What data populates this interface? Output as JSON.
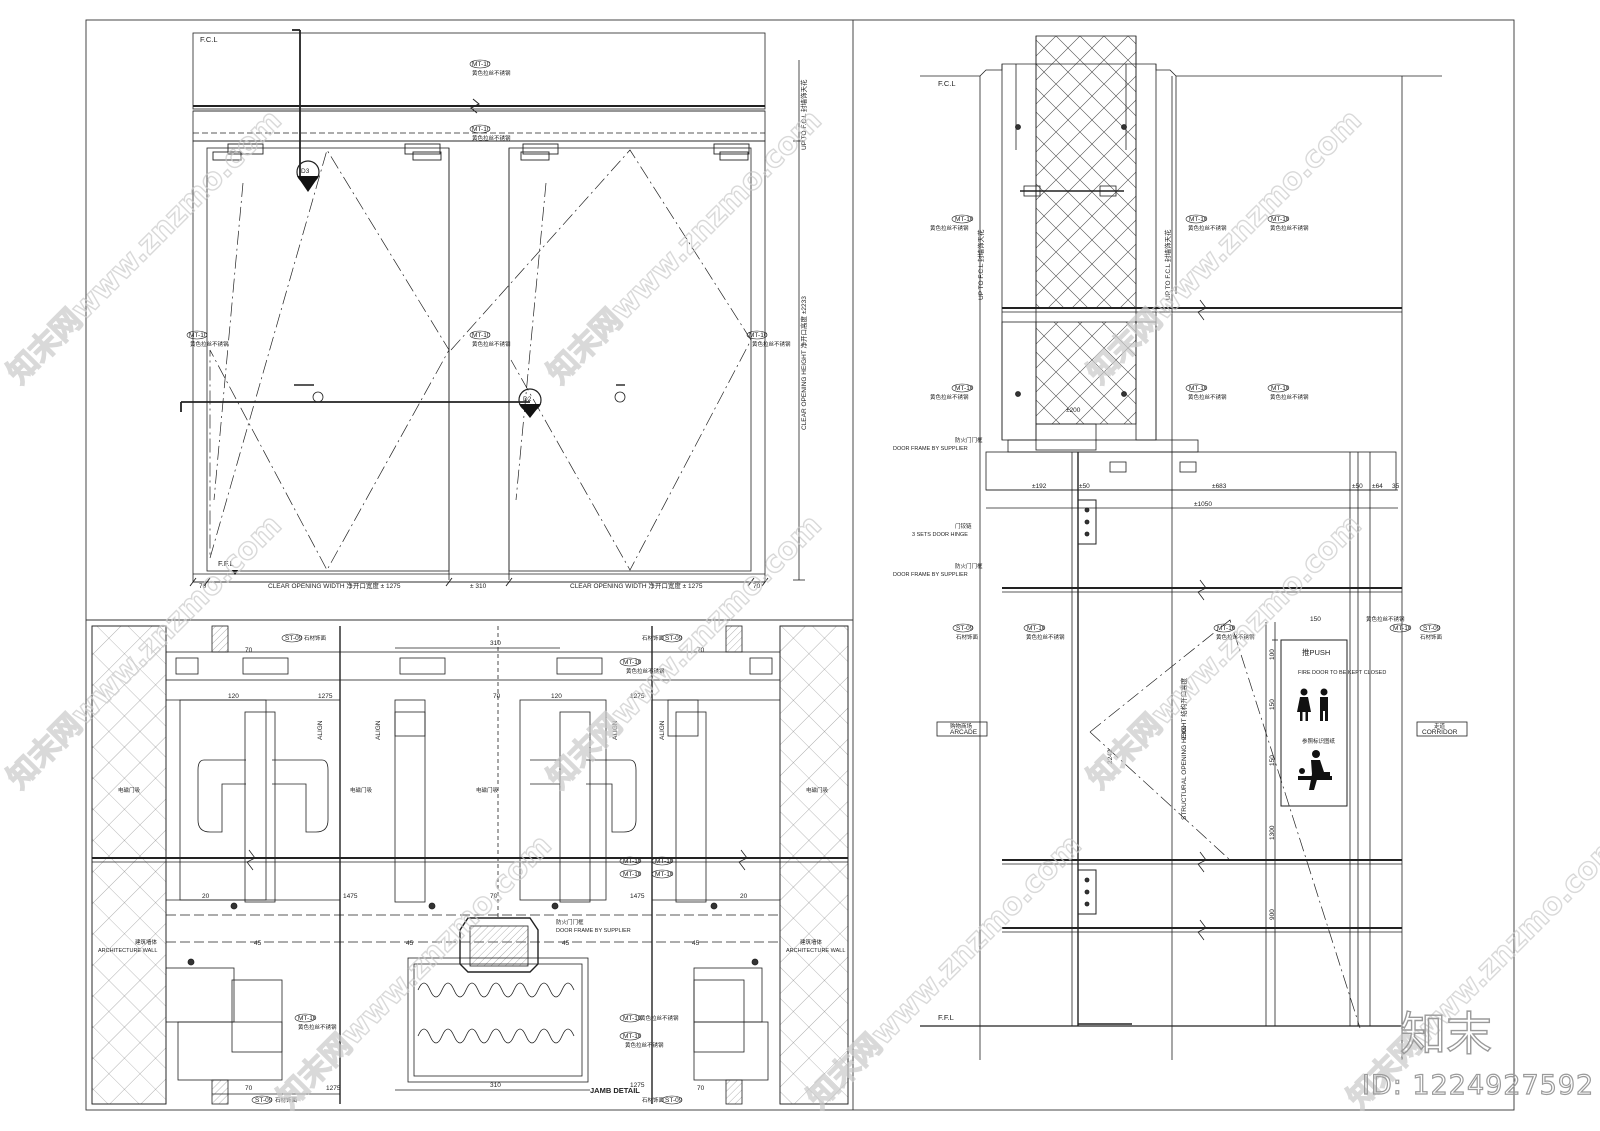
{
  "texts": {
    "fcl": "F.C.L",
    "ffl": "F.F.L",
    "mt10": "MT-10",
    "st09": "ST-09",
    "ss": "黄色拉丝不锈钢",
    "stone": "石材饰面",
    "up_to_fcl": "UP TO F.C.L 封墙饰天花",
    "clear_opening_height": "CLEAR OPENING HEIGHT 净开口高度 ±2233",
    "clear_opening_width": "CLEAR OPENING WIDTH 净开口宽度 ± 1275",
    "d70": "70",
    "d310": "± 310",
    "d1275": "1275",
    "d1475": "1475",
    "d120": "120",
    "d310b": "310",
    "d45": "45",
    "d20": "20",
    "align": "ALIGN",
    "magnetic_lock": "电磁门吸",
    "arch_wall_cn": "建筑墙体",
    "arch_wall": "ARCHITECTURE WALL",
    "fire_frame_cn": "防火门门框",
    "door_frame_supplier": "DOOR FRAME BY SUPPLIER",
    "jamb_detail": "JAMB DETAIL",
    "hinge_cn": "门铰链",
    "hinge": "3 SETS DOOR HINGE",
    "d192": "±192",
    "d50": "±50",
    "d683": "±683",
    "d64": "±64",
    "d35": "35",
    "d1050": "±1050",
    "d200": "±200",
    "arcade_cn": "购物商场",
    "arcade": "ARCADE",
    "corridor_cn": "走道",
    "corridor": "CORRIDOR",
    "structural_height": "STRUCTURAL OPENING HEIGHT 结构开口高度",
    "d2300": "2300",
    "d2242": "2242",
    "d150": "150",
    "d100": "100",
    "d1300": "1300",
    "d900": "900",
    "push": "推PUSH",
    "fire_door_text": "FIRE DOOR TO BE KEPT CLOSED",
    "sign_panel": "参照标识图纸",
    "tag_d3": "D3",
    "tag_d2": "D2",
    "watermark": "知末网www.znzmo.com",
    "brand": "知末",
    "image_id": "ID: 1224927592"
  }
}
